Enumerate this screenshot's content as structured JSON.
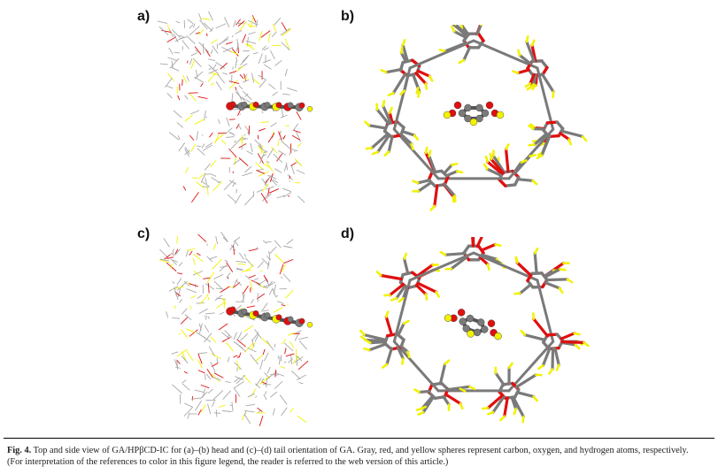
{
  "panels": [
    {
      "label": "a)",
      "view": "side",
      "orientation": "head"
    },
    {
      "label": "b)",
      "view": "top",
      "orientation": "head"
    },
    {
      "label": "c)",
      "view": "side",
      "orientation": "tail"
    },
    {
      "label": "d)",
      "view": "top",
      "orientation": "tail"
    }
  ],
  "caption": {
    "fig_label": "Fig. 4.",
    "line1": "Top and side view of GA/HPβCD-IC for (a)–(b) head and (c)–(d) tail orientation of GA. Gray, red, and yellow spheres represent carbon, oxygen, and hydrogen atoms, respectively.",
    "line2": "(For interpretation of the references to color in this figure legend, the reader is referred to the web version of this article.)"
  },
  "colors": {
    "carbon": "#7a7a7a",
    "oxygen": "#e01010",
    "hydrogen": "#f2f200",
    "wire": "#a8a8a8"
  }
}
